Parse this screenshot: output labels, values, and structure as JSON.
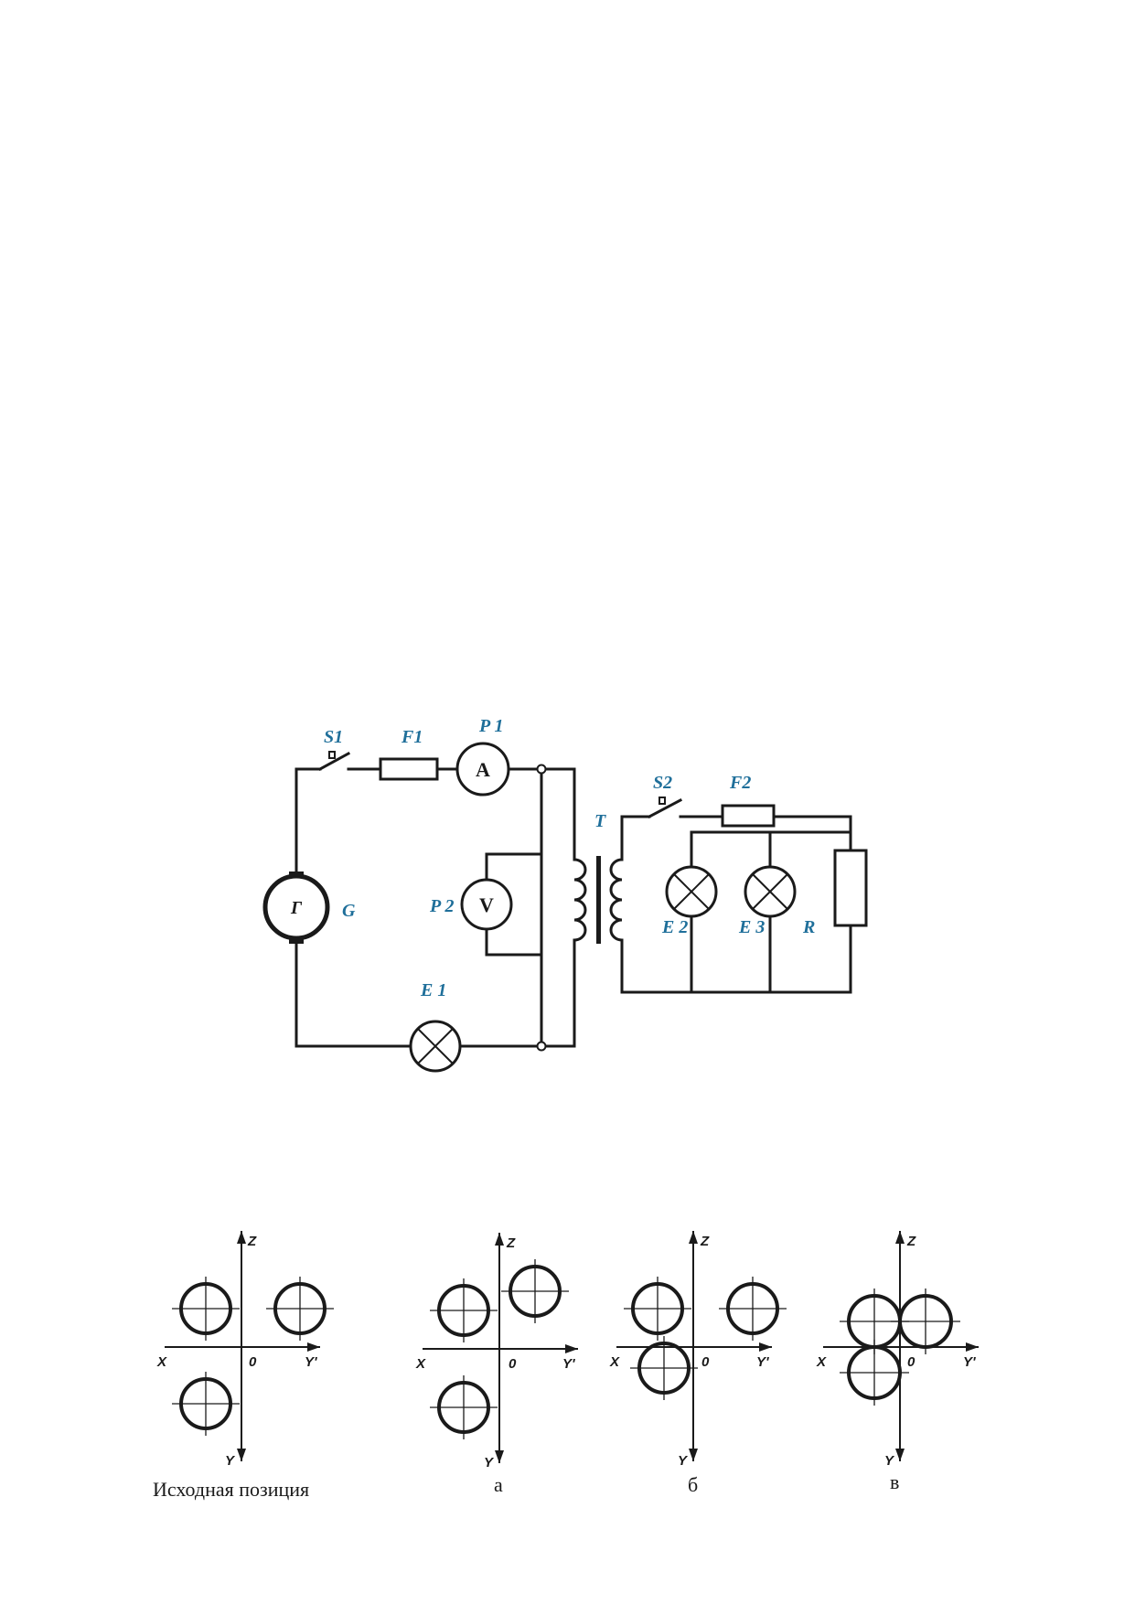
{
  "circuit": {
    "labels": {
      "s1": "S1",
      "f1": "F1",
      "p1": "P 1",
      "ammeter": "A",
      "s2": "S2",
      "f2": "F2",
      "t": "T",
      "generator_symbol": "Г",
      "g": "G",
      "p2": "P 2",
      "voltmeter": "V",
      "e1": "E 1",
      "e2": "E 2",
      "e3": "E 3",
      "r": "R"
    }
  },
  "diagrams": [
    {
      "axis_z": "Z",
      "axis_x": "X",
      "axis_y_right": "Y'",
      "axis_y_down": "Y",
      "origin": "0",
      "caption": "Исходная позиция"
    },
    {
      "axis_z": "Z",
      "axis_x": "X",
      "axis_y_right": "Y'",
      "axis_y_down": "Y",
      "origin": "0",
      "caption": "а"
    },
    {
      "axis_z": "Z",
      "axis_x": "X",
      "axis_y_right": "Y'",
      "axis_y_down": "Y",
      "origin": "0",
      "caption": "б"
    },
    {
      "axis_z": "Z",
      "axis_x": "X",
      "axis_y_right": "Y'",
      "axis_y_down": "Y",
      "origin": "0",
      "caption": "в"
    }
  ]
}
